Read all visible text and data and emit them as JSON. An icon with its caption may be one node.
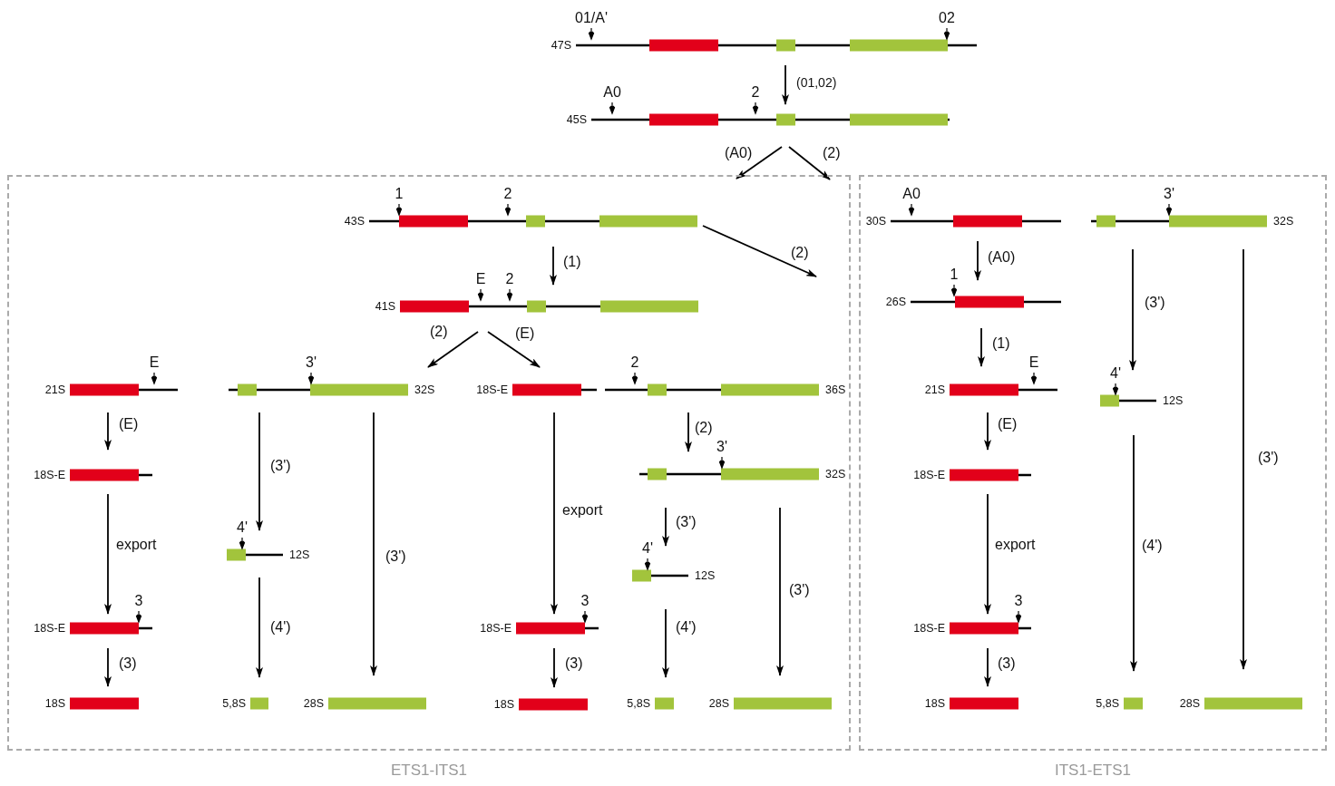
{
  "diagram": {
    "nodes": [
      {
        "text": [
          "ETS1-ITS1"
        ]
      },
      {
        "text": [
          "ITS1-ETS1"
        ]
      },
      {
        "text": [
          "47S"
        ],
        "beside": [
          "01/A'",
          "02"
        ]
      },
      {
        "text": [
          "45S"
        ],
        "beside": [
          "A0",
          "2"
        ]
      },
      {
        "text": [
          "43S"
        ],
        "beside": [
          "1",
          "2"
        ],
        "in": 0
      },
      {
        "text": [
          "41S"
        ],
        "beside": [
          "E",
          "2"
        ],
        "in": 0
      },
      {
        "text": [
          "21S"
        ],
        "beside": [
          "E"
        ],
        "in": 0
      },
      {
        "text": [
          "32S"
        ],
        "beside": [
          "3'"
        ],
        "in": 0
      },
      {
        "text": [
          "18S-E"
        ],
        "in": 0
      },
      {
        "text": [
          "36S"
        ],
        "beside": [
          "2"
        ],
        "in": 0
      },
      {
        "text": [
          "18S-E"
        ],
        "in": 0
      },
      {
        "text": [
          "32S"
        ],
        "beside": [
          "3'"
        ],
        "in": 0
      },
      {
        "text": [
          "12S"
        ],
        "beside": [
          "4'"
        ],
        "in": 0
      },
      {
        "text": [
          "12S"
        ],
        "beside": [
          "4'"
        ],
        "in": 0
      },
      {
        "text": [
          "18S-E"
        ],
        "beside": [
          "3"
        ],
        "in": 0
      },
      {
        "text": [
          "18S-E"
        ],
        "beside": [
          "3"
        ],
        "in": 0
      },
      {
        "text": [
          "18S"
        ],
        "in": 0
      },
      {
        "text": [
          "5,8S"
        ],
        "in": 0
      },
      {
        "text": [
          "28S"
        ],
        "in": 0
      },
      {
        "text": [
          "18S"
        ],
        "in": 0
      },
      {
        "text": [
          "5,8S"
        ],
        "in": 0
      },
      {
        "text": [
          "28S"
        ],
        "in": 0
      },
      {
        "text": [
          "30S"
        ],
        "beside": [
          "A0"
        ],
        "in": 1
      },
      {
        "text": [
          "32S"
        ],
        "beside": [
          "3'"
        ],
        "in": 1
      },
      {
        "text": [
          "26S"
        ],
        "beside": [
          "1"
        ],
        "in": 1
      },
      {
        "text": [
          "21S"
        ],
        "beside": [
          "E"
        ],
        "in": 1
      },
      {
        "text": [
          "12S"
        ],
        "beside": [
          "4'"
        ],
        "in": 1
      },
      {
        "text": [
          "18S-E"
        ],
        "in": 1
      },
      {
        "text": [
          "18S-E"
        ],
        "beside": [
          "3"
        ],
        "in": 1
      },
      {
        "text": [
          "18S"
        ],
        "in": 1
      },
      {
        "text": [
          "5,8S"
        ],
        "in": 1
      },
      {
        "text": [
          "28S"
        ],
        "in": 1
      }
    ],
    "edges": [
      {
        "from": 2,
        "to": 3,
        "arrow": "to",
        "label": "(01,02)"
      },
      {
        "from": 3,
        "to": 4,
        "arrow": "to",
        "label": "(A0)"
      },
      {
        "from": 3,
        "to": 1,
        "arrow": "to",
        "label": "(2)"
      },
      {
        "from": 4,
        "to": null,
        "arrow": "to",
        "label": "(2)"
      },
      {
        "from": 4,
        "to": 5,
        "arrow": "to",
        "label": "(1)"
      },
      {
        "from": 5,
        "to": 7,
        "arrow": "to",
        "label": "(2)"
      },
      {
        "from": 5,
        "to": 8,
        "arrow": "to",
        "label": "(E)"
      },
      {
        "from": 6,
        "to": 10,
        "arrow": "to",
        "label": "(E)"
      },
      {
        "from": 10,
        "to": 14,
        "arrow": "to",
        "label": "export"
      },
      {
        "from": 14,
        "to": 16,
        "arrow": "to",
        "label": "(3)"
      },
      {
        "from": 7,
        "to": 12,
        "arrow": "to",
        "label": "(3')"
      },
      {
        "from": 12,
        "to": 17,
        "arrow": "to",
        "label": "(4')"
      },
      {
        "from": 7,
        "to": 18,
        "arrow": "to",
        "label": "(3')"
      },
      {
        "from": 8,
        "to": 15,
        "arrow": "to",
        "label": "export"
      },
      {
        "from": 15,
        "to": 19,
        "arrow": "to",
        "label": "(3)"
      },
      {
        "from": 9,
        "to": 11,
        "arrow": "to",
        "label": "(2)"
      },
      {
        "from": 11,
        "to": 13,
        "arrow": "to",
        "label": "(3')"
      },
      {
        "from": 13,
        "to": 20,
        "arrow": "to",
        "label": "(4')"
      },
      {
        "from": 11,
        "to": 21,
        "arrow": "to",
        "label": "(3')"
      },
      {
        "from": 22,
        "to": 24,
        "arrow": "to",
        "label": "(A0)"
      },
      {
        "from": 24,
        "to": 25,
        "arrow": "to",
        "label": "(1)"
      },
      {
        "from": 25,
        "to": 27,
        "arrow": "to",
        "label": "(E)"
      },
      {
        "from": 27,
        "to": 28,
        "arrow": "to",
        "label": "export"
      },
      {
        "from": 28,
        "to": 29,
        "arrow": "to",
        "label": "(3)"
      },
      {
        "from": 23,
        "to": 26,
        "arrow": "to",
        "label": "(3')"
      },
      {
        "from": 26,
        "to": 30,
        "arrow": "to",
        "label": "(4')"
      },
      {
        "from": 23,
        "to": 31,
        "arrow": "to",
        "label": "(3')"
      }
    ]
  }
}
